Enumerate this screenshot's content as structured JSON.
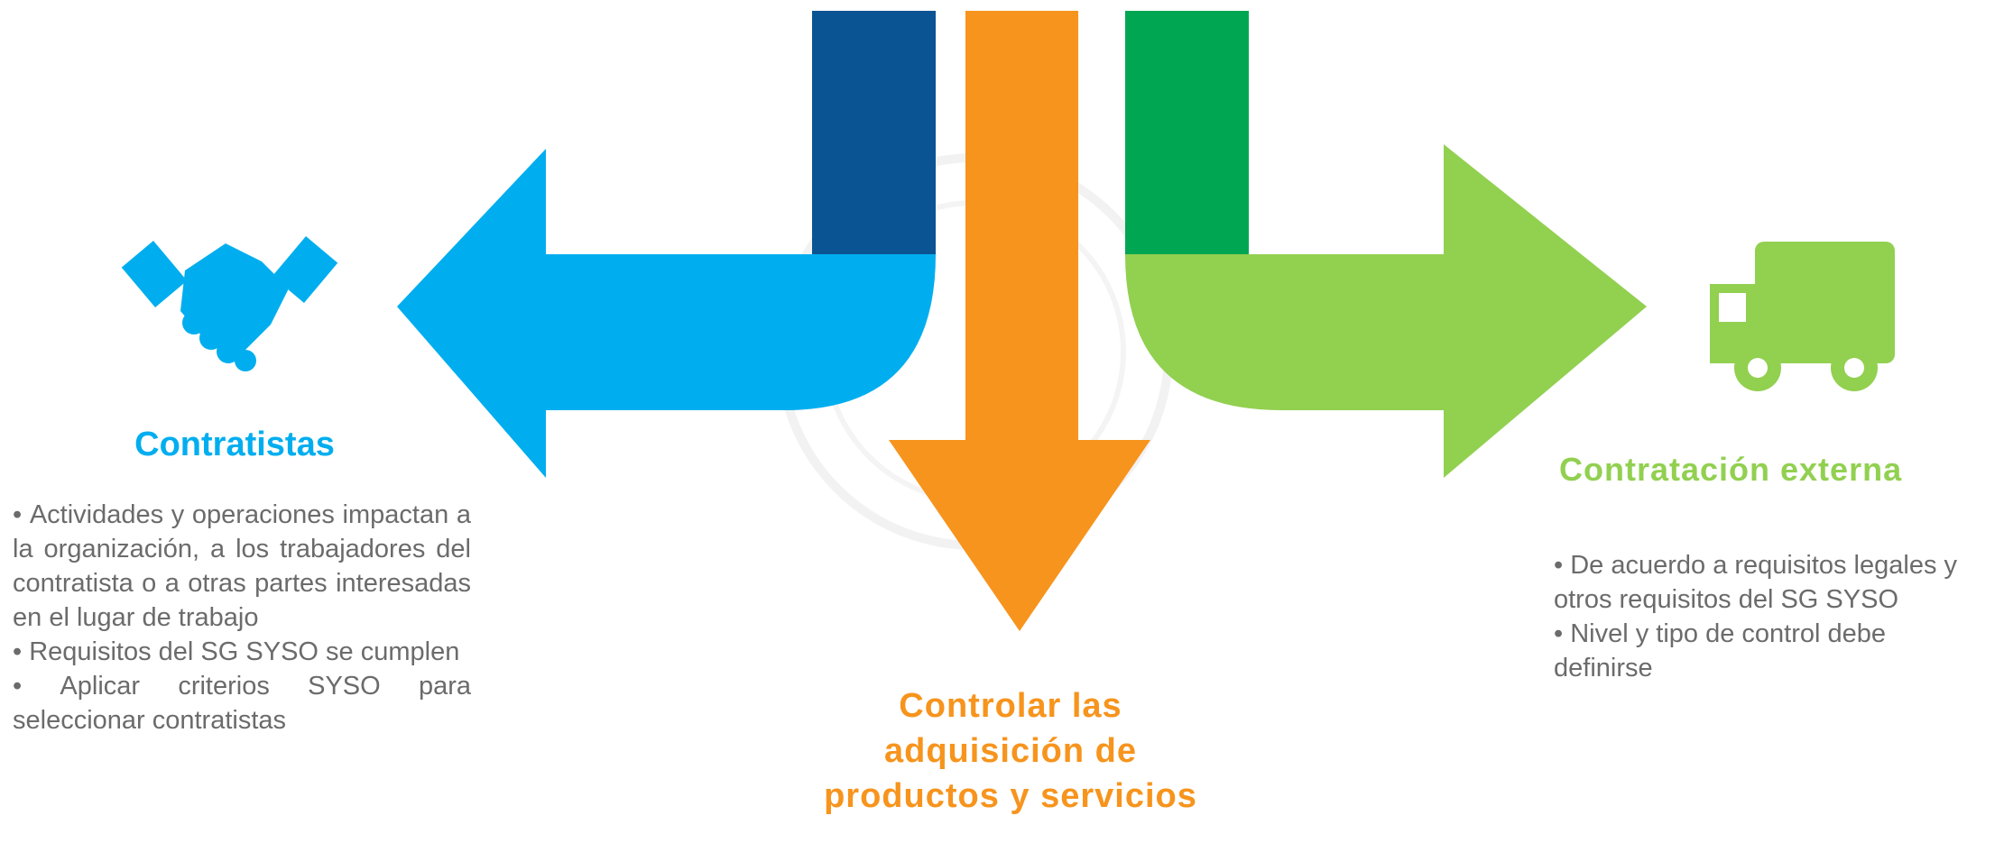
{
  "colors": {
    "blue_dark": "#0a5494",
    "blue_light": "#00aeef",
    "orange": "#f7941d",
    "green_dark": "#00a651",
    "green_light": "#92d050",
    "text_gray": "#6b6b6b",
    "watermark": "#f2f2f2"
  },
  "icons": {
    "left": "handshake-icon",
    "right": "truck-icon"
  },
  "left": {
    "title": "Contratistas",
    "bullets": [
      "Actividades y operaciones impactan a la organización, a los trabajadores del contratista o a otras partes interesadas en el lugar de trabajo",
      "Requisitos del SG SYSO se cumplen",
      "Aplicar criterios SYSO para seleccionar contratistas"
    ]
  },
  "right": {
    "title": "Contratación externa",
    "bullets": [
      "De acuerdo a requisitos legales y otros requisitos del SG SYSO",
      "Nivel y tipo de control debe definirse"
    ]
  },
  "center": {
    "title_lines": [
      "Controlar las",
      "adquisición de",
      "productos y servicios"
    ]
  }
}
